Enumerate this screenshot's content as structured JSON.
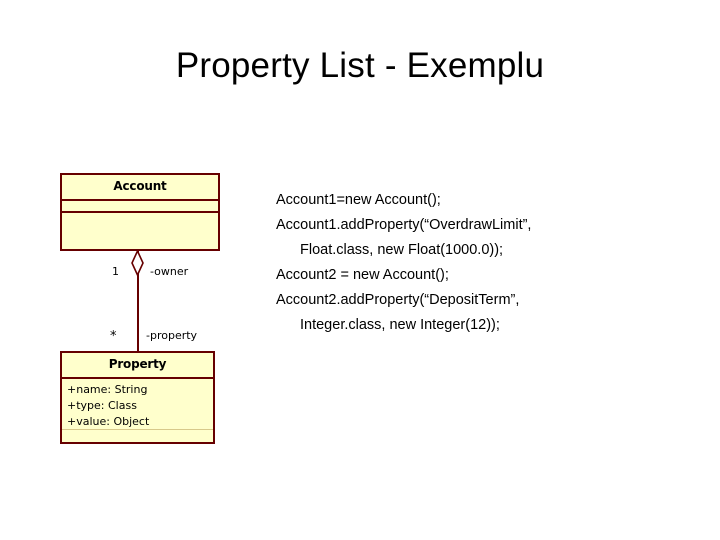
{
  "slide": {
    "title": "Property List - Exemplu",
    "background_color": "#ffffff"
  },
  "diagram": {
    "type": "uml-class-diagram",
    "fill_color": "#ffffcc",
    "border_color": "#660000",
    "classes": [
      {
        "name": "Account",
        "attributes": [],
        "operations": []
      },
      {
        "name": "Property",
        "attributes": [
          "+name: String",
          "+type: Class",
          "+value: Object"
        ],
        "operations": []
      }
    ],
    "association": {
      "kind": "aggregation",
      "source_class": "Account",
      "target_class": "Property",
      "source_multiplicity": "1",
      "source_role": "-owner",
      "target_multiplicity": "*",
      "target_role": "-property"
    }
  },
  "code": {
    "lines": [
      {
        "text": "Account1=new Account();",
        "indent": false
      },
      {
        "text": "Account1.addProperty(“OverdrawLimit”,",
        "indent": false
      },
      {
        "text": "Float.class, new Float(1000.0));",
        "indent": true
      },
      {
        "text": "Account2 = new Account();",
        "indent": false
      },
      {
        "text": "Account2.addProperty(“DepositTerm”,",
        "indent": false
      },
      {
        "text": "Integer.class, new Integer(12));",
        "indent": true
      }
    ]
  }
}
